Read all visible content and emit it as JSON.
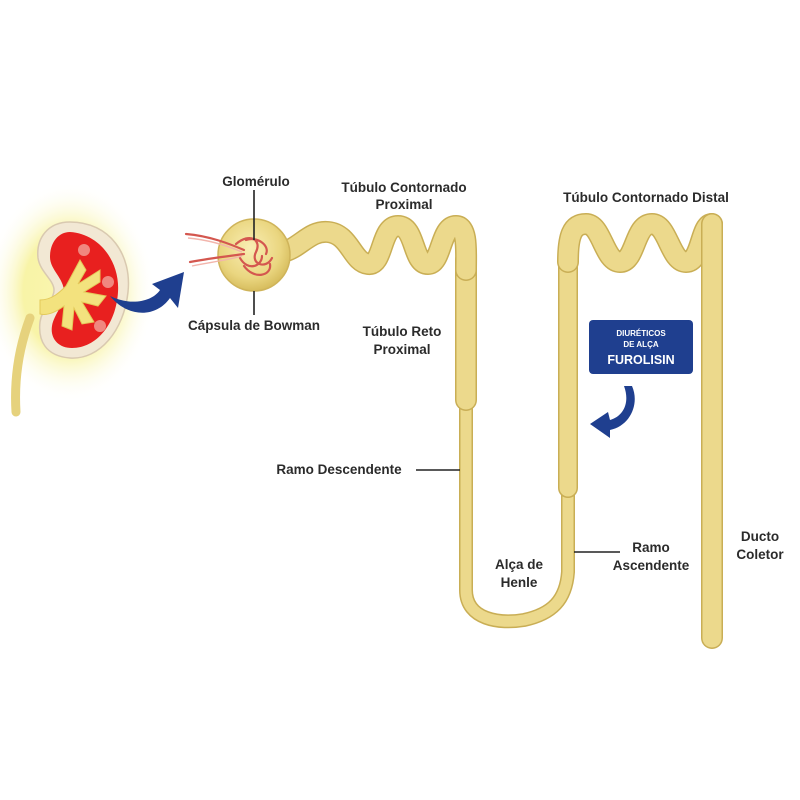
{
  "labels": {
    "glomerulo": "Glomérulo",
    "capsula_bowman": "Cápsula de Bowman",
    "tubulo_contornado_proximal_1": "Túbulo Contornado",
    "tubulo_contornado_proximal_2": "Proximal",
    "tubulo_reto_proximal_1": "Túbulo Reto",
    "tubulo_reto_proximal_2": "Proximal",
    "tubulo_contornado_distal": "Túbulo Contornado Distal",
    "ramo_descendente": "Ramo Descendente",
    "alca_henle_1": "Alça de",
    "alca_henle_2": "Henle",
    "ramo_ascendente_1": "Ramo",
    "ramo_ascendente_2": "Ascendente",
    "ducto_coletor_1": "Ducto",
    "ducto_coletor_2": "Coletor"
  },
  "drug_badge": {
    "line1": "DIURÉTICOS",
    "line2": "DE ALÇA",
    "name": "FUROLISIN"
  },
  "colors": {
    "tubule": "#ecd98c",
    "tubule_dark": "#cdb45a",
    "arrow_blue": "#1f3f8f",
    "badge_blue": "#1f3f8f",
    "kidney_red": "#e8201f",
    "kidney_glow": "#f6f2a0"
  },
  "icons": {
    "kidney": "kidney-icon",
    "zoom_arrow": "curved-arrow-icon",
    "action_arrow": "curved-arrow-icon"
  }
}
